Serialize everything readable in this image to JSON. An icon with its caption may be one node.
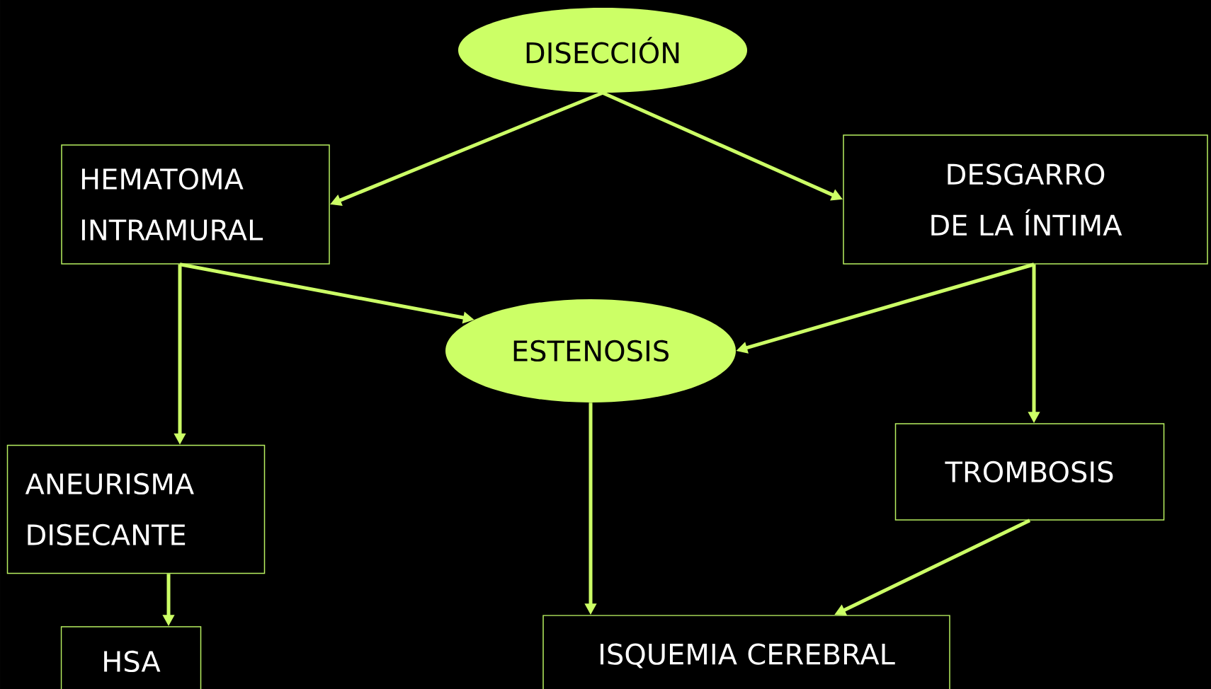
{
  "diagram": {
    "nodes": [
      {
        "text": [
          "DISECCIÓN"
        ]
      },
      {
        "text": [
          "HEMATOMA INTRAMURAL"
        ]
      },
      {
        "text": [
          "DESGARRO DE LA ÍNTIMA"
        ]
      },
      {
        "text": [
          "ESTENOSIS"
        ]
      },
      {
        "text": [
          "ANEURISMA DISECANTE"
        ]
      },
      {
        "text": [
          "TROMBOSIS"
        ]
      },
      {
        "text": [
          "HSA"
        ]
      },
      {
        "text": [
          "ISQUEMIA CEREBRAL"
        ]
      }
    ],
    "edges": [
      {
        "from": 0,
        "to": 1,
        "arrow": "to"
      },
      {
        "from": 0,
        "to": 2,
        "arrow": "to"
      },
      {
        "from": 1,
        "to": 3,
        "arrow": "to"
      },
      {
        "from": 1,
        "to": 4,
        "arrow": "to"
      },
      {
        "from": 2,
        "to": 3,
        "arrow": "to"
      },
      {
        "from": 2,
        "to": 5,
        "arrow": "to"
      },
      {
        "from": 3,
        "to": 7,
        "arrow": "to"
      },
      {
        "from": 5,
        "to": 7,
        "arrow": "to"
      },
      {
        "from": 4,
        "to": 6,
        "arrow": "to"
      }
    ]
  }
}
